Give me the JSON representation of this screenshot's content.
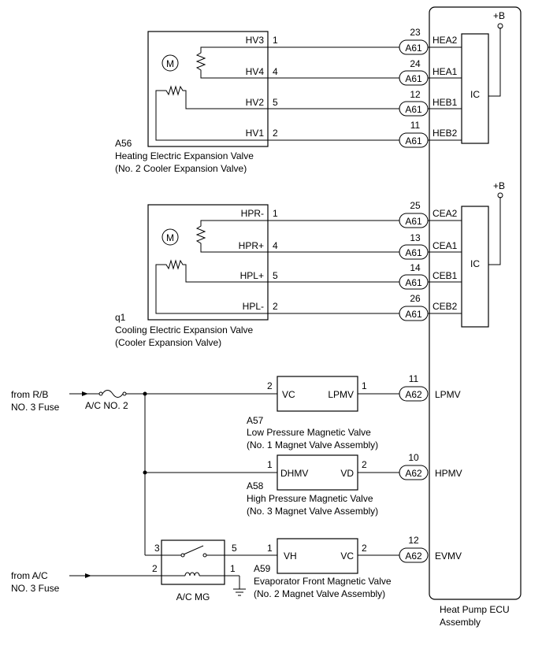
{
  "ecu": {
    "name1": "Heat Pump ECU",
    "name2": "Assembly",
    "plus_b": "+B",
    "ic": "IC"
  },
  "valve_a56": {
    "id": "A56",
    "name": "Heating Electric Expansion Valve",
    "alt": "(No. 2 Cooler Expansion Valve)",
    "motor": "M",
    "wires": [
      {
        "term": "HV3",
        "pin": "1",
        "conn_pin": "23",
        "conn": "A61",
        "ecu_term": "HEA2"
      },
      {
        "term": "HV4",
        "pin": "4",
        "conn_pin": "24",
        "conn": "A61",
        "ecu_term": "HEA1"
      },
      {
        "term": "HV2",
        "pin": "5",
        "conn_pin": "12",
        "conn": "A61",
        "ecu_term": "HEB1"
      },
      {
        "term": "HV1",
        "pin": "2",
        "conn_pin": "11",
        "conn": "A61",
        "ecu_term": "HEB2"
      }
    ]
  },
  "valve_q1": {
    "id": "q1",
    "name": "Cooling Electric Expansion Valve",
    "alt": "(Cooler Expansion Valve)",
    "motor": "M",
    "wires": [
      {
        "term": "HPR-",
        "pin": "1",
        "conn_pin": "25",
        "conn": "A61",
        "ecu_term": "CEA2"
      },
      {
        "term": "HPR+",
        "pin": "4",
        "conn_pin": "13",
        "conn": "A61",
        "ecu_term": "CEA1"
      },
      {
        "term": "HPL+",
        "pin": "5",
        "conn_pin": "14",
        "conn": "A61",
        "ecu_term": "CEB1"
      },
      {
        "term": "HPL-",
        "pin": "2",
        "conn_pin": "26",
        "conn": "A61",
        "ecu_term": "CEB2"
      }
    ]
  },
  "fuse": {
    "from1": "from R/B",
    "from2": "NO. 3 Fuse",
    "name": "A/C NO. 2"
  },
  "a57": {
    "id": "A57",
    "name": "Low Pressure Magnetic Valve",
    "alt": "(No. 1 Magnet Valve Assembly)",
    "left_term": "VC",
    "right_term": "LPMV",
    "left_pin": "2",
    "right_pin": "1",
    "conn_pin": "11",
    "conn": "A62",
    "ecu_term": "LPMV"
  },
  "a58": {
    "id": "A58",
    "name": "High Pressure Magnetic Valve",
    "alt": "(No. 3 Magnet Valve Assembly)",
    "left_term": "DHMV",
    "right_term": "VD",
    "left_pin": "1",
    "right_pin": "2",
    "conn_pin": "10",
    "conn": "A62",
    "ecu_term": "HPMV"
  },
  "a59": {
    "id": "A59",
    "name": "Evaporator Front Magnetic Valve",
    "alt": "(No. 2 Magnet Valve Assembly)",
    "left_term": "VH",
    "right_term": "VC",
    "left_pin": "1",
    "right_pin": "2",
    "conn_pin": "12",
    "conn": "A62",
    "ecu_term": "EVMV"
  },
  "relay": {
    "name": "A/C MG",
    "pin3": "3",
    "pin5": "5",
    "pin2": "2",
    "pin1": "1",
    "from1": "from A/C",
    "from2": "NO. 3 Fuse"
  }
}
